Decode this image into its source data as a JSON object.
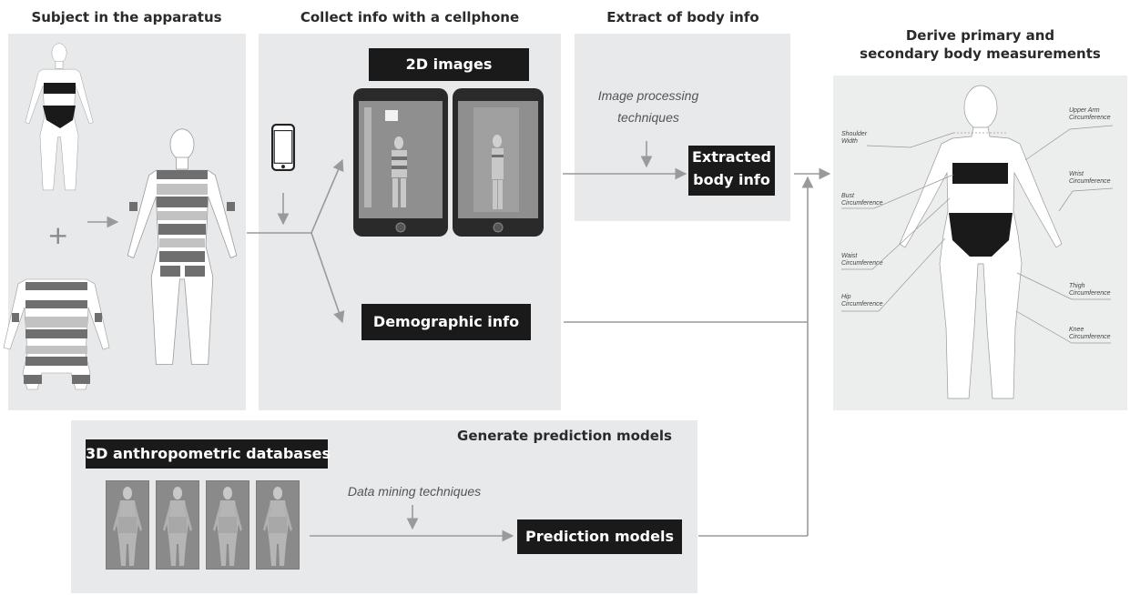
{
  "titles": {
    "subject": "Subject in the apparatus",
    "collect": "Collect info with a cellphone",
    "extract": "Extract of body info",
    "derive_line1": "Derive primary and",
    "derive_line2": "secondary body measurements",
    "generate": "Generate prediction models"
  },
  "boxes": {
    "images_2d": "2D images",
    "extracted_line1": "Extracted",
    "extracted_line2": "body info",
    "demographic": "Demographic info",
    "databases": "3D anthropometric databases",
    "prediction": "Prediction models"
  },
  "techniques": {
    "image_line1": "Image processing",
    "image_line2": "techniques",
    "data_mining": "Data mining techniques"
  },
  "measurements": {
    "shoulder": [
      "Shoulder",
      "Width"
    ],
    "upper_arm": [
      "Upper Arm",
      "Circumference"
    ],
    "wrist": [
      "Wrist",
      "Circumference"
    ],
    "bust": [
      "Bust",
      "Circumference"
    ],
    "waist": [
      "Waist",
      "Circumference"
    ],
    "hip": [
      "Hip",
      "Circumference"
    ],
    "thigh": [
      "Thigh",
      "Circumference"
    ],
    "knee": [
      "Knee",
      "Circumference"
    ]
  },
  "symbols": {
    "plus": "+"
  },
  "colors": {
    "panel": "#e8e9ea",
    "box": "#1a1a1a",
    "arrow": "#9a9a9a",
    "stripe_dark": "#6f6f6f",
    "stripe_light": "#c2c2c2"
  }
}
